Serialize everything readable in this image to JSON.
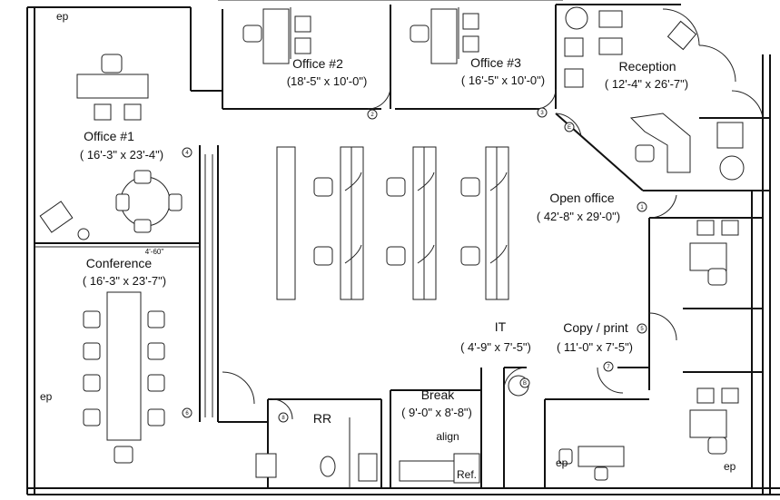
{
  "rooms": {
    "office1": {
      "name": "Office #1",
      "dims": "( 16'-3\" x 23'-4\")"
    },
    "office2": {
      "name": "Office #2",
      "dims": "(18'-5\" x 10'-0\")"
    },
    "office3": {
      "name": "Office #3",
      "dims": "( 16'-5\" x 10'-0\")"
    },
    "reception": {
      "name": "Reception",
      "dims": "( 12'-4\" x 26'-7\")"
    },
    "open_office": {
      "name": "Open office",
      "dims": "( 42'-8\" x 29'-0\")"
    },
    "conference": {
      "name": "Conference",
      "dims": "( 16'-3\" x 23'-7\")"
    },
    "it": {
      "name": "IT",
      "dims": "( 4'-9\" x 7'-5\")"
    },
    "copy_print": {
      "name": "Copy / print",
      "dims": "( 11'-0\" x 7'-5\")"
    },
    "break": {
      "name": "Break",
      "dims": "( 9'-0\" x 8'-8\")"
    },
    "rr": {
      "name": "RR"
    }
  },
  "labels": {
    "ep_top": "ep",
    "ep_left": "ep",
    "ep_bottom_center": "ep",
    "ep_bottom_right": "ep",
    "align": "align",
    "ref": "Ref.",
    "partial_dim": "4'-60\""
  },
  "door_tags": [
    "2",
    "3",
    "1",
    "4",
    "5",
    "6",
    "7",
    "8",
    "E",
    "B"
  ]
}
